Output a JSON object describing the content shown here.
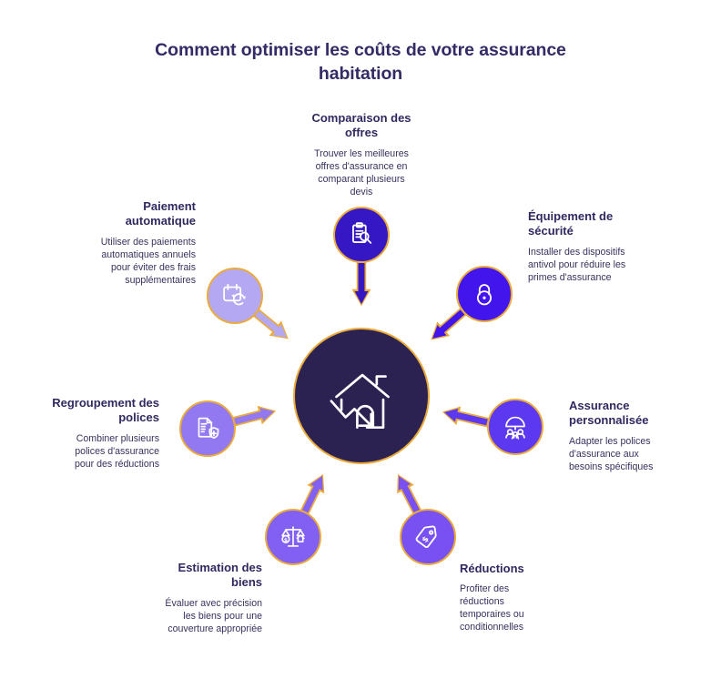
{
  "title": "Comment optimiser les coûts de votre assurance\nhabitation",
  "colors": {
    "gold_ring": "#EAAB3B",
    "center_circle": "#2C2252",
    "title_text": "#322B66",
    "heading_text": "#2F2960",
    "body_text": "#38315F"
  },
  "center": {
    "icon": "house-cost-decrease-icon"
  },
  "nodes": [
    {
      "id": "comparaison",
      "title": "Comparaison des\noffres",
      "description": "Trouver les meilleures\noffres d'assurance en\ncomparant plusieurs\ndevis",
      "icon": "clipboard-search-icon",
      "color": "#3518C4"
    },
    {
      "id": "securite",
      "title": "Équipement de\nsécurité",
      "description": "Installer des dispositifs\nantivol pour réduire les\nprimes d'assurance",
      "icon": "padlock-icon",
      "color": "#4315ED"
    },
    {
      "id": "personnalisee",
      "title": "Assurance\npersonnalisée",
      "description": "Adapter les polices\nd'assurance aux\nbesoins spécifiques",
      "icon": "umbrella-family-icon",
      "color": "#5C38F0"
    },
    {
      "id": "reductions",
      "title": "Réductions",
      "description": "Profiter des\nréductions\ntemporaires ou\nconditionnelles",
      "icon": "price-tag-icon",
      "color": "#7951F3"
    },
    {
      "id": "estimation",
      "title": "Estimation des\nbiens",
      "description": "Évaluer avec précision\nles biens pour une\ncouverture appropriée",
      "icon": "balance-scale-icon",
      "color": "#8160F3"
    },
    {
      "id": "regroupement",
      "title": "Regroupement des\npolices",
      "description": "Combiner plusieurs\npolices d'assurance\npour des réductions",
      "icon": "document-shield-plus-icon",
      "color": "#9278F1"
    },
    {
      "id": "paiement",
      "title": "Paiement\nautomatique",
      "description": "Utiliser des paiements\nautomatiques annuels\npour éviter des frais\nsupplémentaires",
      "icon": "calendar-autorenew-icon",
      "color": "#B5A8F3"
    }
  ]
}
